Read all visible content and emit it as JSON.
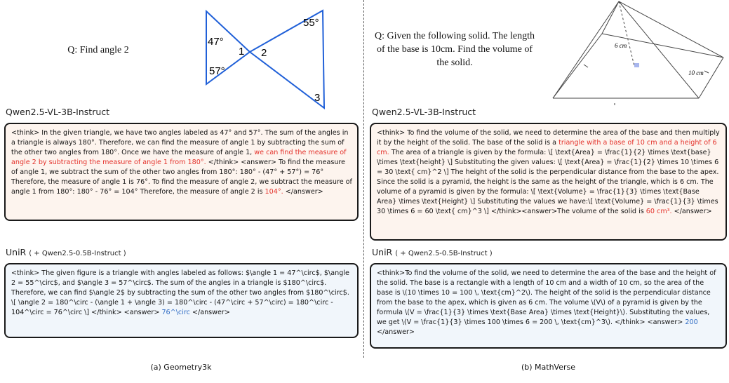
{
  "panel_a": {
    "question": "Q: Find angle 2",
    "figure": {
      "labels": [
        "47°",
        "57°",
        "55°",
        "1",
        "2",
        "3"
      ]
    },
    "qwen": {
      "title": "Qwen2.5-VL-3B-Instruct",
      "text_1": "<think> In the given triangle, we have two angles labeled as 47° and 57°. The sum of the angles in a triangle is always 180°. Therefore, we can find the measure of angle 1 by subtracting the sum of the other two angles from 180°. Once we have the measure of angle 1, ",
      "highlight_1": "we can find the measure of angle 2 by subtracting the measure of angle 1 from 180°.",
      "text_2": " </think> <answer> To find the measure of angle 1, we subtract the sum of the other two angles from 180°: 180° - (47° + 57°) = 76° Therefore, the measure of angle 1 is 76°. To find the measure of angle 2, we subtract the measure of angle 1 from 180°: 180° - 76° = 104° Therefore, the measure of angle 2 is ",
      "answer": "104°.",
      "text_3": " </answer>"
    },
    "unir": {
      "title": "UniR",
      "title_paren": "( + Qwen2.5-0.5B-Instruct )",
      "text_1": "<think> The given figure is a triangle with angles labeled as follows: $\\angle 1 = 47^\\circ$, $\\angle 2 = 55^\\circ$, and $\\angle 3 = 57^\\circ$. The sum of the angles in a triangle is $180^\\circ$. Therefore, we can find $\\angle 2$ by subtracting the sum of the other two angles from $180^\\circ$. \\[ \\angle 2 = 180^\\circ - (\\angle 1 + \\angle 3) = 180^\\circ - (47^\\circ + 57^\\circ) = 180^\\circ - 104^\\circ = 76^\\circ \\] </think> <answer> ",
      "answer": "76^\\circ",
      "text_2": " </answer>"
    },
    "caption": "(a) Geometry3k"
  },
  "panel_b": {
    "question": "Q: Given the following solid. The length of the base is 10cm. Find the volume of the solid.",
    "figure": {
      "labels": [
        "6 cm",
        "10 cm"
      ]
    },
    "qwen": {
      "title": "Qwen2.5-VL-3B-Instruct",
      "text_1": "<think> To find the volume of the solid, we need to determine the area of the base and then multiply it by the height of the solid. The base of the solid is a ",
      "highlight_1": "triangle with a base of 10 cm and a height of 6 cm.",
      "text_2": " The area of a triangle is given by the formula: \\[ \\text{Area} = \\frac{1}{2} \\times \\text{base} \\times \\text{height} \\] Substituting the given values: \\[ \\text{Area} = \\frac{1}{2} \\times 10 \\times 6 = 30 \\text{ cm}^2 \\] The height of the solid is the perpendicular distance from the base to the apex. Since the solid is a pyramid, the height is the same as the height of the triangle, which is 6 cm. The volume of a pyramid is given by the formula: \\[ \\text{Volume} = \\frac{1}{3} \\times \\text{Base Area} \\times \\text{Height} \\] Substituting the values we have:\\[ \\text{Volume} = \\frac{1}{3} \\times 30 \\times 6 = 60 \\text{ cm}^3 \\] </think><answer>The volume of the solid is ",
      "answer": "60 cm³.",
      "text_3": " </answer>"
    },
    "unir": {
      "title": "UniR",
      "title_paren": "( + Qwen2.5-0.5B-Instruct )",
      "text_1": "<think>To find the volume of the solid, we need to determine the area of the base and the height of the solid. The base is a rectangle with a length of 10 cm and a width of 10 cm, so the area of the base is \\(10 \\times 10 = 100 \\, \\text{cm}^2\\). The height of the solid is the perpendicular distance from the base to the apex, which is given as 6 cm. The volume \\(V\\) of a pyramid is given by the formula \\(V = \\frac{1}{3} \\times \\text{Base Area} \\times \\text{Height}\\). Substituting the values, we get \\(V = \\frac{1}{3} \\times 100 \\times 6 = 200 \\, \\text{cm}^3\\). </think> <answer> ",
      "answer": "200",
      "text_2": " </answer>"
    },
    "caption": "(b) MathVerse"
  },
  "colors": {
    "error": "#e4322b",
    "answer": "#2f6cc4",
    "qwen_bg": "#fdf4ee",
    "unir_bg": "#f1f6fb"
  }
}
